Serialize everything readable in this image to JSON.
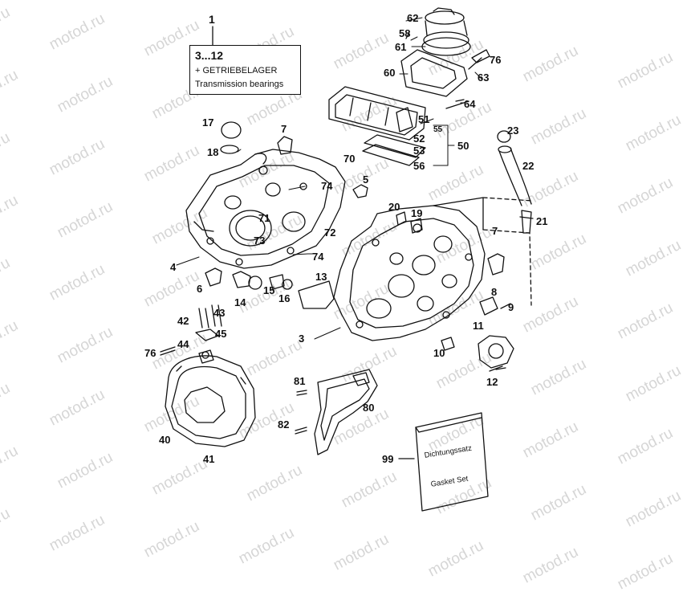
{
  "watermark": "motod.ru",
  "colors": {
    "ink": "#111111",
    "watermark": "#d6d6d6",
    "background": "#ffffff"
  },
  "header_callout": {
    "number": "1",
    "range": "3...12",
    "german": "+ GETRIEBELAGER",
    "english": "Transmission bearings"
  },
  "gasket_set": {
    "number": "99",
    "line1": "Dichtungssatz",
    "line2": "Gasket Set"
  },
  "part_numbers": {
    "p3": "3",
    "p4": "4",
    "p5": "5",
    "p6": "6",
    "p7a": "7",
    "p7b": "7",
    "p8": "8",
    "p9": "9",
    "p10": "10",
    "p11": "11",
    "p12": "12",
    "p13": "13",
    "p14": "14",
    "p15": "15",
    "p16": "16",
    "p17": "17",
    "p18": "18",
    "p19": "19",
    "p20": "20",
    "p21": "21",
    "p22": "22",
    "p23": "23",
    "p40": "40",
    "p41": "41",
    "p42": "42",
    "p43": "43",
    "p44": "44",
    "p45": "45",
    "p50": "50",
    "p51": "51",
    "p52": "52",
    "p53": "53",
    "p55": "55",
    "p56": "56",
    "p58": "58",
    "p60": "60",
    "p61": "61",
    "p62": "62",
    "p63": "63",
    "p64": "64",
    "p70": "70",
    "p71": "71",
    "p72": "72",
    "p73": "73",
    "p74a": "74",
    "p74b": "74",
    "p76a": "76",
    "p76b": "76",
    "p80": "80",
    "p81": "81",
    "p82": "82"
  }
}
